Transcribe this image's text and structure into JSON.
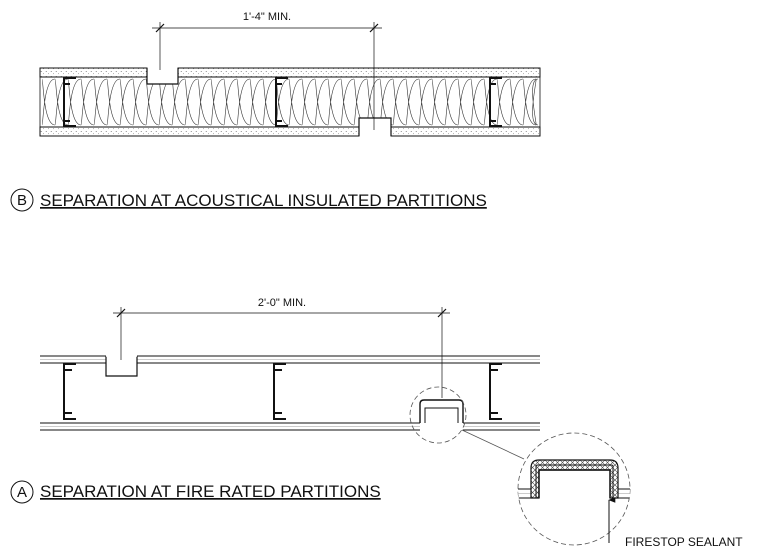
{
  "detail_b": {
    "dimension": "1'-4\" MIN.",
    "marker": "B",
    "title": "SEPARATION AT ACOUSTICAL INSULATED PARTITIONS"
  },
  "detail_a": {
    "dimension": "2'-0\" MIN.",
    "marker": "A",
    "title": "SEPARATION AT FIRE RATED PARTITIONS"
  },
  "callout": {
    "label": "FIRESTOP SEALANT"
  }
}
